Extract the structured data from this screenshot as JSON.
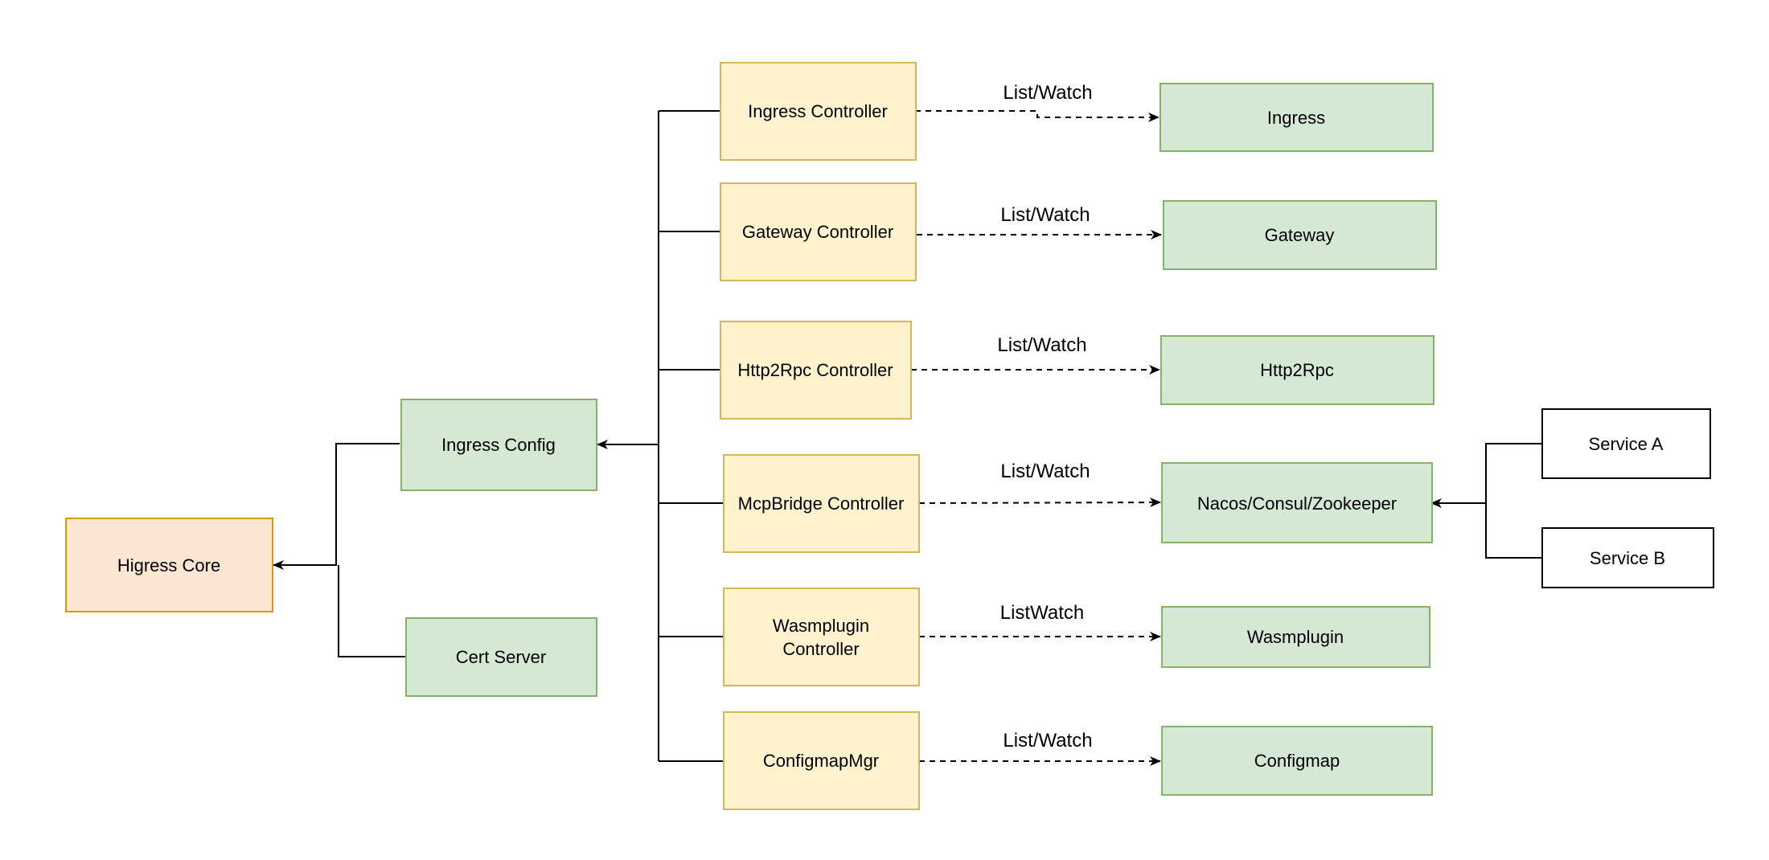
{
  "colors": {
    "core_fill": "#fae6d1",
    "core_stroke": "#d79b00",
    "green_fill": "#d5e8d4",
    "green_stroke": "#82b366",
    "yellow_fill": "#fff2cc",
    "yellow_stroke": "#d6b656",
    "white_fill": "#ffffff",
    "white_stroke": "#000000",
    "line": "#000000"
  },
  "nodes": {
    "higress_core": "Higress Core",
    "ingress_config": "Ingress Config",
    "cert_server": "Cert Server",
    "ingress_controller": "Ingress Controller",
    "gateway_controller": "Gateway Controller",
    "http2rpc_controller": "Http2Rpc Controller",
    "mcpbridge_controller": "McpBridge Controller",
    "wasmplugin_controller_line1": "Wasmplugin",
    "wasmplugin_controller_line2": "Controller",
    "configmapmgr": "ConfigmapMgr",
    "ingress": "Ingress",
    "gateway": "Gateway",
    "http2rpc": "Http2Rpc",
    "registry": "Nacos/Consul/Zookeeper",
    "wasmplugin": "Wasmplugin",
    "configmap": "Configmap",
    "service_a": "Service A",
    "service_b": "Service B"
  },
  "edges": {
    "ingress_watch": "List/Watch",
    "gateway_watch": "List/Watch",
    "http2rpc_watch": "List/Watch",
    "mcpbridge_watch": "List/Watch",
    "wasmplugin_watch": "ListWatch",
    "configmap_watch": "List/Watch"
  }
}
